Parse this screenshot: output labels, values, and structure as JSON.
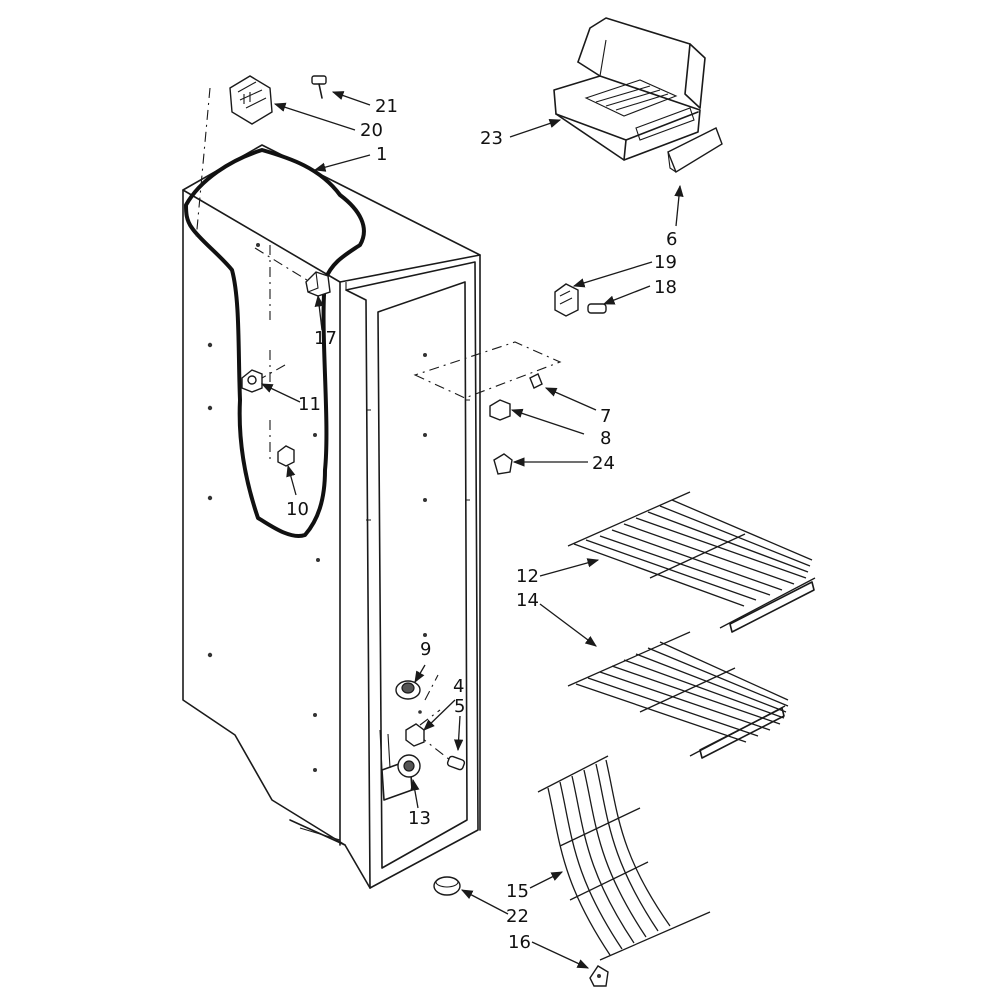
{
  "diagram": {
    "type": "exploded parts diagram",
    "callouts": {
      "c1": "1",
      "c4": "4",
      "c5": "5",
      "c6": "6",
      "c7": "7",
      "c8": "8",
      "c9": "9",
      "c10": "10",
      "c11": "11",
      "c12": "12",
      "c13": "13",
      "c14": "14",
      "c15": "15",
      "c16": "16",
      "c17": "17",
      "c18": "18",
      "c19": "19",
      "c20": "20",
      "c21": "21",
      "c22": "22",
      "c23": "23",
      "c24": "24"
    }
  }
}
